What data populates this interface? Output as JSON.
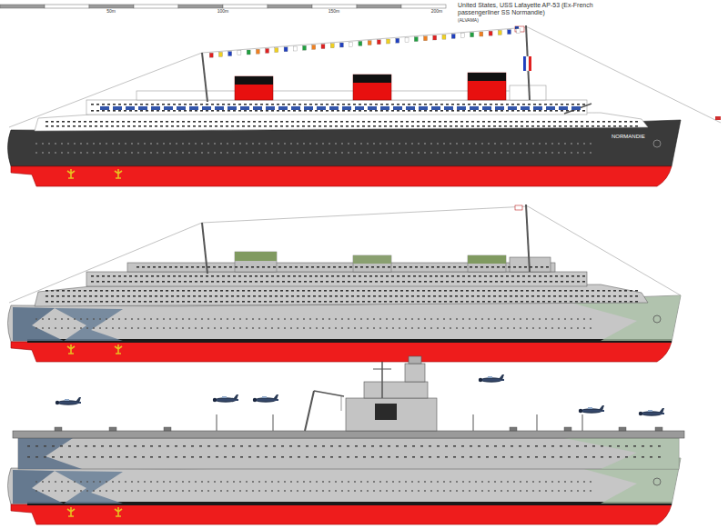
{
  "diagram": {
    "title": "United States, USS Lafayette AP-53 (Ex-French passengerliner SS Normandie)",
    "labels": [
      "(ALVAMA)",
      "50m",
      "100m",
      "150m",
      "200m",
      "NORMANDIE"
    ]
  }
}
